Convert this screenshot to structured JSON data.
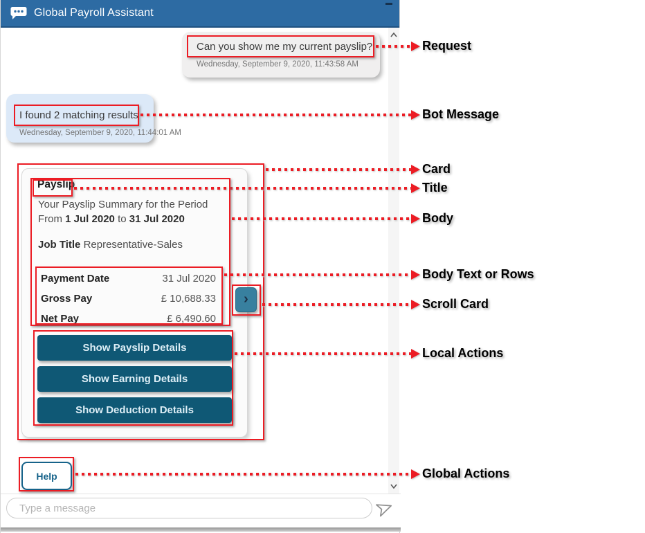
{
  "header": {
    "title": "Global Payroll Assistant"
  },
  "conversation": {
    "user_message": {
      "text": "Can you show me my current payslip?",
      "timestamp": "Wednesday, September 9, 2020, 11:43:58 AM"
    },
    "bot_message": {
      "text": "I found 2 matching results",
      "timestamp": "Wednesday, September 9, 2020, 11:44:01 AM"
    }
  },
  "card": {
    "title": "Payslip",
    "body": {
      "summary_line": "Your Payslip Summary for the Period",
      "from_label": "From",
      "period_start": "1 Jul 2020",
      "to_label": "to",
      "period_end": "31 Jul 2020",
      "job_title_label": "Job Title",
      "job_title_value": "Representative-Sales"
    },
    "rows": [
      {
        "label": "Payment Date",
        "value": "31 Jul 2020"
      },
      {
        "label": "Gross Pay",
        "value": "£ 10,688.33"
      },
      {
        "label": "Net Pay",
        "value": "£ 6,490.60"
      }
    ],
    "local_actions": [
      {
        "label": "Show Payslip Details"
      },
      {
        "label": "Show Earning Details"
      },
      {
        "label": "Show Deduction Details"
      }
    ],
    "scroll_arrow": "›"
  },
  "global_actions": [
    {
      "label": "Help"
    }
  ],
  "composer": {
    "placeholder": "Type a message"
  },
  "icons": {
    "header_icon": "speech-bubble-dots",
    "send_icon": "paper-plane",
    "scroll_up": "chevron-up",
    "scroll_down": "chevron-down"
  },
  "annotations": [
    {
      "label": "Request"
    },
    {
      "label": "Bot Message"
    },
    {
      "label": "Card"
    },
    {
      "label": "Title"
    },
    {
      "label": "Body"
    },
    {
      "label": "Body Text or Rows"
    },
    {
      "label": "Scroll Card"
    },
    {
      "label": "Local Actions"
    },
    {
      "label": "Global Actions"
    }
  ],
  "colors": {
    "header_bg": "#2d6ba3",
    "action_button_bg": "#0f5875",
    "scroll_button_bg": "#38809f",
    "bot_bubble_bg": "#dce9f8",
    "user_bubble_bg": "#f0efef",
    "help_accent": "#16638a",
    "annotation_red": "#ec1c24"
  }
}
